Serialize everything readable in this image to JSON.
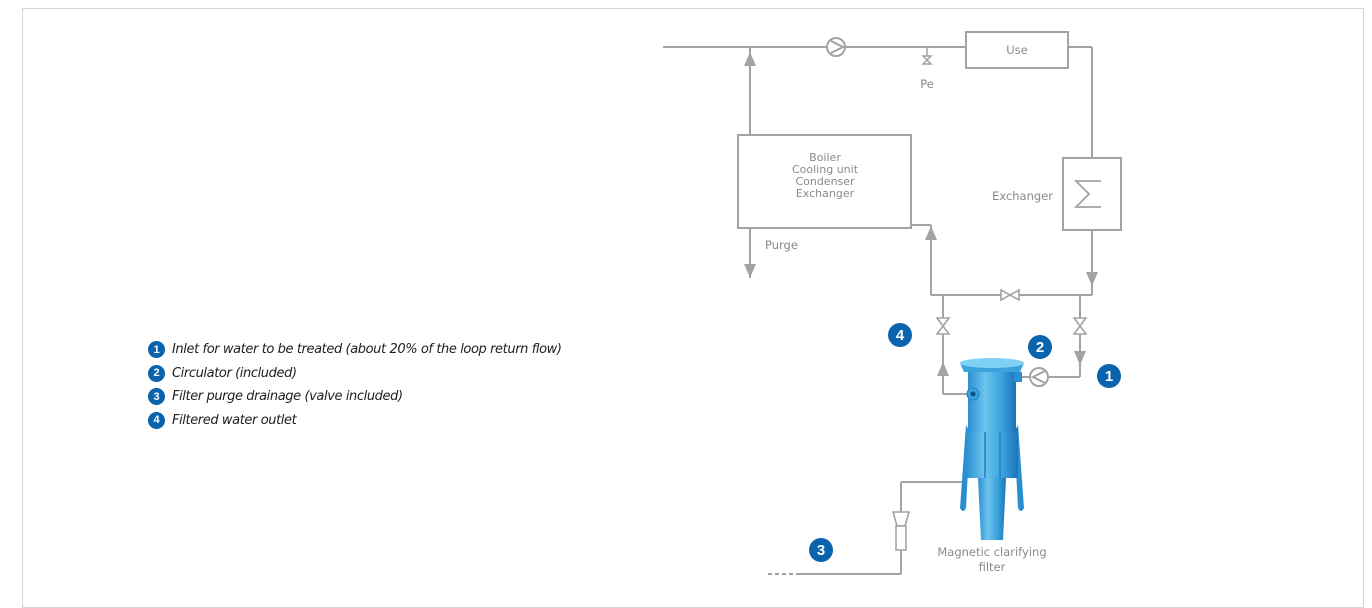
{
  "legend": {
    "items": [
      {
        "num": "1",
        "text": "Inlet for water to be treated (about 20% of the loop return flow)"
      },
      {
        "num": "2",
        "text": "Circulator (included)"
      },
      {
        "num": "3",
        "text": "Filter purge drainage (valve included)"
      },
      {
        "num": "4",
        "text": "Filtered water outlet"
      }
    ]
  },
  "diagram": {
    "use_label": "Use",
    "pe_label": "Pe",
    "boiler_lines": [
      "Boiler",
      "Cooling unit",
      "Condenser",
      "Exchanger"
    ],
    "purge_label": "Purge",
    "exchanger_label": "Exchanger",
    "filter_label_lines": [
      "Magnetic clarifying",
      "filter"
    ],
    "badges": {
      "b1": "1",
      "b2": "2",
      "b3": "3",
      "b4": "4"
    }
  },
  "colors": {
    "pipe": "#a3a3a3",
    "badge": "#0a63ad",
    "filter_body": "#4fb3e6",
    "filter_dark": "#1f7fc2",
    "text": "#1e1e1e",
    "frame": "#d4d4d4"
  }
}
